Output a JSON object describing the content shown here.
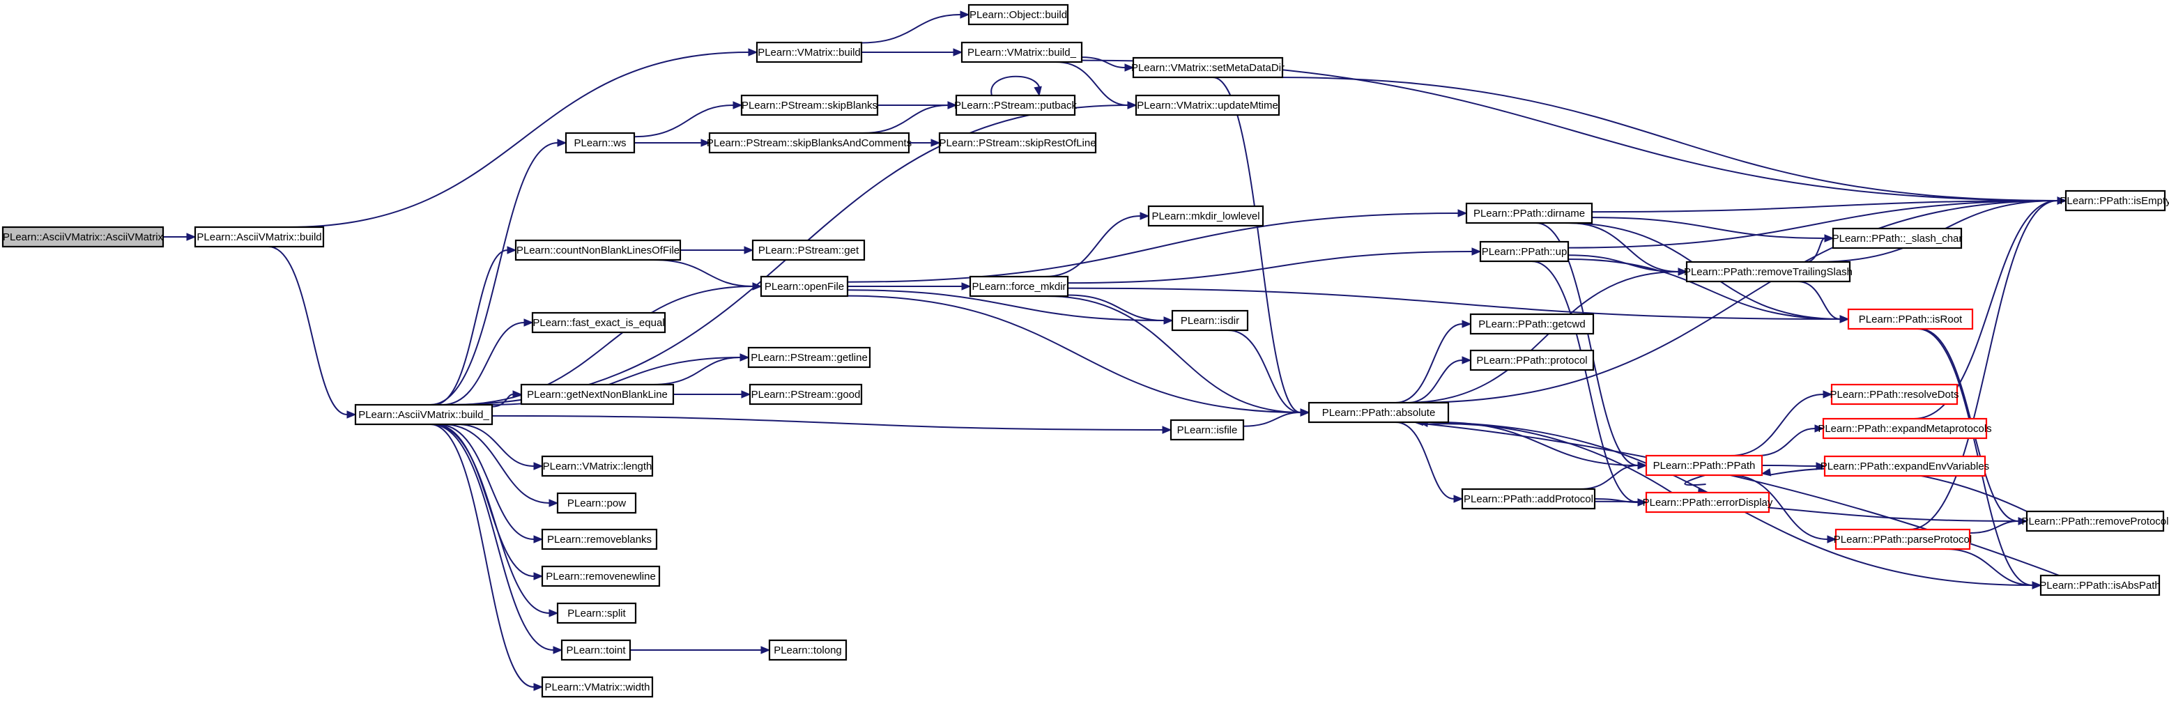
{
  "colors": {
    "edge": "#191970",
    "node_border": "#000000",
    "truncated_border": "#ff0000",
    "root_fill": "#bfbfbf"
  },
  "nodes": {
    "root": "PLearn::AsciiVMatrix::AsciiVMatrix",
    "av_build": "PLearn::AsciiVMatrix::build",
    "av_build_": "PLearn::AsciiVMatrix::build_",
    "vm_build": "PLearn::VMatrix::build",
    "obj_build": "PLearn::Object::build",
    "vm_build_": "PLearn::VMatrix::build_",
    "setMeta": "PLearn::VMatrix::setMetaDataDir",
    "updMtime": "PLearn::VMatrix::updateMtime",
    "ps_skipBlanks": "PLearn::PStream::skipBlanks",
    "ps_putback": "PLearn::PStream::putback",
    "ws": "PLearn::ws",
    "ps_skipBAC": "PLearn::PStream::skipBlanksAndComments",
    "ps_skipRest": "PLearn::PStream::skipRestOfLine",
    "countNB": "PLearn::countNonBlankLinesOfFile",
    "ps_get": "PLearn::PStream::get",
    "openFile": "PLearn::openFile",
    "fastEq": "PLearn::fast_exact_is_equal",
    "ps_getline": "PLearn::PStream::getline",
    "getNextNB": "PLearn::getNextNonBlankLine",
    "ps_good": "PLearn::PStream::good",
    "vm_length": "PLearn::VMatrix::length",
    "pow": "PLearn::pow",
    "removeblanks": "PLearn::removeblanks",
    "removenewline": "PLearn::removenewline",
    "split": "PLearn::split",
    "toint": "PLearn::toint",
    "tolong": "PLearn::tolong",
    "vm_width": "PLearn::VMatrix::width",
    "mkdir_low": "PLearn::mkdir_lowlevel",
    "force_mkdir": "PLearn::force_mkdir",
    "isdir": "PLearn::isdir",
    "isfile": "PLearn::isfile",
    "absolute": "PLearn::PPath::absolute",
    "dirname": "PLearn::PPath::dirname",
    "up": "PLearn::PPath::up",
    "getcwd": "PLearn::PPath::getcwd",
    "protocol": "PLearn::PPath::protocol",
    "addProtocol": "PLearn::PPath::addProtocol",
    "removeTrailing": "PLearn::PPath::removeTrailingSlash",
    "slash_char": "PLearn::PPath::_slash_char",
    "isRoot": "PLearn::PPath::isRoot",
    "resolveDots": "PLearn::PPath::resolveDots",
    "expandMeta": "PLearn::PPath::expandMetaprotocols",
    "expandEnv": "PLearn::PPath::expandEnvVariables",
    "ppath": "PLearn::PPath::PPath",
    "errorDisplay": "PLearn::PPath::errorDisplay",
    "parseProtocol": "PLearn::PPath::parseProtocol",
    "isEmpty": "PLearn::PPath::isEmpty",
    "removeProtocol": "PLearn::PPath::removeProtocol",
    "isAbsPath": "PLearn::PPath::isAbsPath"
  },
  "edges": [
    [
      "root",
      "av_build"
    ],
    [
      "av_build",
      "vm_build"
    ],
    [
      "av_build",
      "av_build_"
    ],
    [
      "vm_build",
      "obj_build"
    ],
    [
      "vm_build",
      "vm_build_"
    ],
    [
      "vm_build_",
      "setMeta"
    ],
    [
      "vm_build_",
      "updMtime"
    ],
    [
      "vm_build_",
      "isEmpty"
    ],
    [
      "setMeta",
      "absolute"
    ],
    [
      "setMeta",
      "isEmpty"
    ],
    [
      "ws",
      "ps_skipBlanks"
    ],
    [
      "ws",
      "ps_skipBAC"
    ],
    [
      "ps_skipBlanks",
      "ps_putback"
    ],
    [
      "ps_skipBAC",
      "ps_putback"
    ],
    [
      "ps_skipBAC",
      "ps_skipRest"
    ],
    [
      "ps_putback",
      "ps_putback"
    ],
    [
      "av_build_",
      "ws"
    ],
    [
      "av_build_",
      "updMtime"
    ],
    [
      "av_build_",
      "countNB"
    ],
    [
      "av_build_",
      "openFile"
    ],
    [
      "av_build_",
      "fastEq"
    ],
    [
      "av_build_",
      "ps_getline"
    ],
    [
      "av_build_",
      "getNextNB"
    ],
    [
      "av_build_",
      "isfile"
    ],
    [
      "av_build_",
      "vm_length"
    ],
    [
      "av_build_",
      "pow"
    ],
    [
      "av_build_",
      "removeblanks"
    ],
    [
      "av_build_",
      "removenewline"
    ],
    [
      "av_build_",
      "split"
    ],
    [
      "av_build_",
      "toint"
    ],
    [
      "av_build_",
      "vm_width"
    ],
    [
      "countNB",
      "ps_get"
    ],
    [
      "countNB",
      "openFile"
    ],
    [
      "getNextNB",
      "ps_getline"
    ],
    [
      "getNextNB",
      "ps_good"
    ],
    [
      "toint",
      "tolong"
    ],
    [
      "openFile",
      "dirname"
    ],
    [
      "openFile",
      "force_mkdir"
    ],
    [
      "openFile",
      "isdir"
    ],
    [
      "openFile",
      "absolute"
    ],
    [
      "force_mkdir",
      "mkdir_low"
    ],
    [
      "force_mkdir",
      "up"
    ],
    [
      "force_mkdir",
      "isdir"
    ],
    [
      "force_mkdir",
      "absolute"
    ],
    [
      "force_mkdir",
      "isRoot"
    ],
    [
      "isdir",
      "absolute"
    ],
    [
      "isfile",
      "absolute"
    ],
    [
      "dirname",
      "isEmpty"
    ],
    [
      "dirname",
      "slash_char"
    ],
    [
      "dirname",
      "removeTrailing"
    ],
    [
      "dirname",
      "isRoot"
    ],
    [
      "dirname",
      "ppath"
    ],
    [
      "up",
      "isEmpty"
    ],
    [
      "up",
      "removeTrailing"
    ],
    [
      "up",
      "errorDisplay"
    ],
    [
      "up",
      "isRoot"
    ],
    [
      "absolute",
      "getcwd"
    ],
    [
      "absolute",
      "protocol"
    ],
    [
      "absolute",
      "addProtocol"
    ],
    [
      "absolute",
      "removeTrailing"
    ],
    [
      "absolute",
      "ppath"
    ],
    [
      "absolute",
      "isEmpty"
    ],
    [
      "absolute",
      "isAbsPath"
    ],
    [
      "addProtocol",
      "ppath"
    ],
    [
      "addProtocol",
      "errorDisplay"
    ],
    [
      "addProtocol",
      "removeProtocol"
    ],
    [
      "removeTrailing",
      "slash_char"
    ],
    [
      "removeTrailing",
      "isRoot"
    ],
    [
      "removeTrailing",
      "isEmpty"
    ],
    [
      "isRoot",
      "removeProtocol"
    ],
    [
      "isRoot",
      "isAbsPath"
    ],
    [
      "ppath",
      "resolveDots"
    ],
    [
      "ppath",
      "expandMeta"
    ],
    [
      "ppath",
      "expandEnv"
    ],
    [
      "ppath",
      "parseProtocol"
    ],
    [
      "ppath",
      "errorDisplay"
    ],
    [
      "expandMeta",
      "isEmpty"
    ],
    [
      "parseProtocol",
      "removeProtocol"
    ],
    [
      "parseProtocol",
      "isAbsPath"
    ],
    [
      "parseProtocol",
      "isEmpty"
    ],
    [
      "errorDisplay",
      "absolute"
    ],
    [
      "removeProtocol",
      "ppath"
    ],
    [
      "isAbsPath",
      "absolute"
    ]
  ]
}
